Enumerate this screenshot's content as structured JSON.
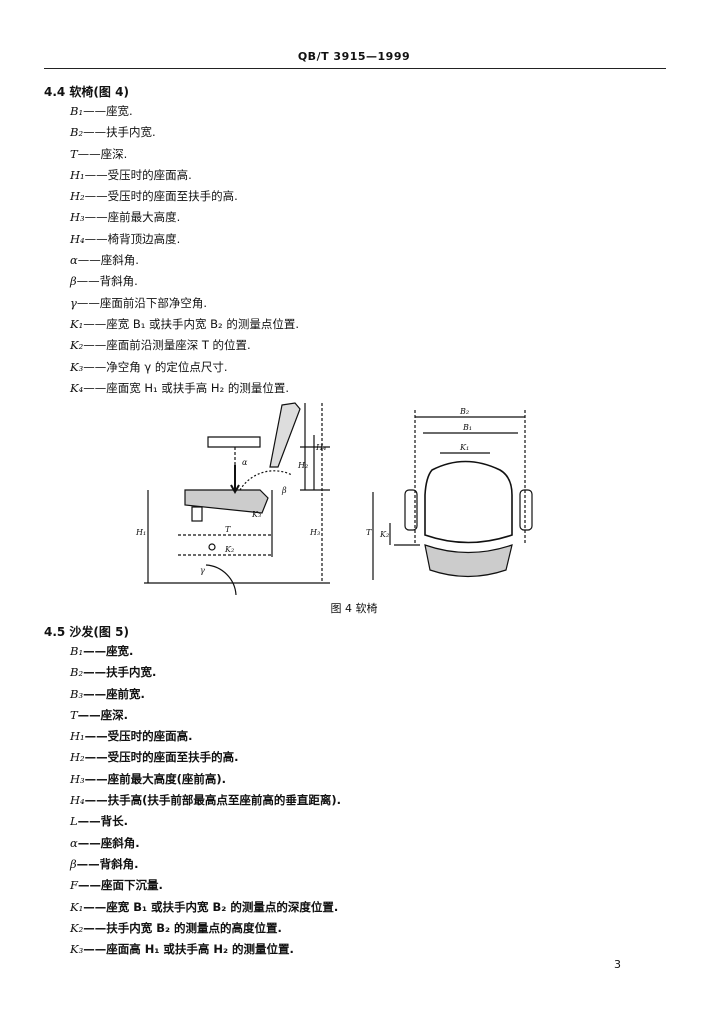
{
  "header": {
    "standard_code": "QB/T 3915—1999"
  },
  "section1": {
    "heading": "4.4  软椅(图 4)",
    "items": [
      {
        "sym": "B₁",
        "text": "——座宽."
      },
      {
        "sym": "B₂",
        "text": "——扶手内宽."
      },
      {
        "sym": "T",
        "text": "——座深."
      },
      {
        "sym": "H₁",
        "text": "——受压时的座面高."
      },
      {
        "sym": "H₂",
        "text": "——受压时的座面至扶手的高."
      },
      {
        "sym": "H₃",
        "text": "——座前最大高度."
      },
      {
        "sym": "H₄",
        "text": "——椅背顶边高度."
      },
      {
        "sym": "α",
        "text": "——座斜角."
      },
      {
        "sym": "β",
        "text": "——背斜角."
      },
      {
        "sym": "γ",
        "text": "——座面前沿下部净空角."
      },
      {
        "sym": "K₁",
        "text": "——座宽 B₁ 或扶手内宽 B₂ 的测量点位置."
      },
      {
        "sym": "K₂",
        "text": "——座面前沿测量座深 T 的位置."
      },
      {
        "sym": "K₃",
        "text": "——净空角 γ 的定位点尺寸."
      },
      {
        "sym": "K₄",
        "text": "——座面宽 H₁ 或扶手高 H₂ 的测量位置."
      }
    ]
  },
  "figure": {
    "caption": "图 4   软椅",
    "labels": {
      "b2": "B₂",
      "b1": "B₁",
      "k1": "K₁",
      "h4": "H₄",
      "h2": "H₂",
      "h3": "H₃",
      "h1": "H₁",
      "t": "T",
      "k2": "K₂",
      "k3": "K₃",
      "t_side": "T",
      "k2_side": "K₂",
      "beta": "β",
      "alpha": "α",
      "gamma": "γ"
    }
  },
  "section2": {
    "heading": "4.5  沙发(图 5)",
    "items": [
      {
        "sym": "B₁",
        "text": "——座宽."
      },
      {
        "sym": "B₂",
        "text": "——扶手内宽."
      },
      {
        "sym": "B₃",
        "text": "——座前宽."
      },
      {
        "sym": "T",
        "text": "——座深."
      },
      {
        "sym": "H₁",
        "text": "——受压时的座面高."
      },
      {
        "sym": "H₂",
        "text": "——受压时的座面至扶手的高."
      },
      {
        "sym": "H₃",
        "text": "——座前最大高度(座前高)."
      },
      {
        "sym": "H₄",
        "text": "——扶手高(扶手前部最高点至座前高的垂直距离)."
      },
      {
        "sym": "L",
        "text": "——背长."
      },
      {
        "sym": "α",
        "text": "——座斜角."
      },
      {
        "sym": "β",
        "text": "——背斜角."
      },
      {
        "sym": "F",
        "text": "——座面下沉量."
      },
      {
        "sym": "K₁",
        "text": "——座宽 B₁ 或扶手内宽 B₂ 的测量点的深度位置."
      },
      {
        "sym": "K₂",
        "text": "——扶手内宽 B₂ 的测量点的高度位置."
      },
      {
        "sym": "K₃",
        "text": "——座面高 H₁ 或扶手高 H₂ 的测量位置."
      }
    ]
  },
  "page_number": "3"
}
